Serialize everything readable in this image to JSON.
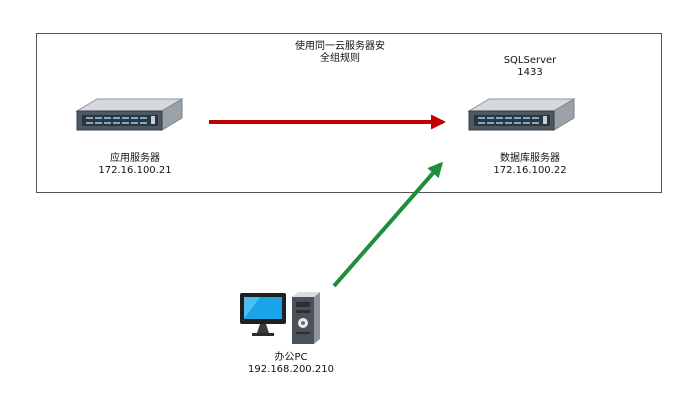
{
  "group": {
    "label_line1": "使用同一云服务器安",
    "label_line2": "全组规则"
  },
  "nodes": {
    "app_server": {
      "name": "应用服务器",
      "ip": "172.16.100.21",
      "icon": "server-icon"
    },
    "db_server": {
      "service_name": "SQLServer",
      "port": "1433",
      "name": "数据库服务器",
      "ip": "172.16.100.22",
      "icon": "server-icon"
    },
    "office_pc": {
      "name": "办公PC",
      "ip": "192.168.200.210",
      "icon": "desktop-computer-icon"
    }
  },
  "edges": {
    "app_to_db": {
      "color": "#c00000"
    },
    "pc_to_db": {
      "color": "#1f8f3a"
    }
  }
}
